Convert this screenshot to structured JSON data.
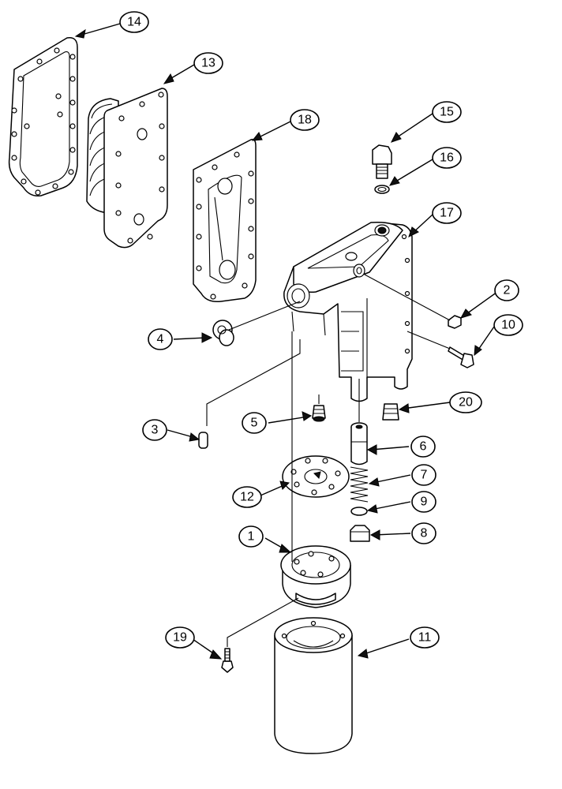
{
  "callouts": [
    {
      "id": "14",
      "label": "14"
    },
    {
      "id": "13",
      "label": "13"
    },
    {
      "id": "18",
      "label": "18"
    },
    {
      "id": "15",
      "label": "15"
    },
    {
      "id": "16",
      "label": "16"
    },
    {
      "id": "17",
      "label": "17"
    },
    {
      "id": "2",
      "label": "2"
    },
    {
      "id": "10",
      "label": "10"
    },
    {
      "id": "4",
      "label": "4"
    },
    {
      "id": "20",
      "label": "20"
    },
    {
      "id": "5",
      "label": "5"
    },
    {
      "id": "3",
      "label": "3"
    },
    {
      "id": "6",
      "label": "6"
    },
    {
      "id": "7",
      "label": "7"
    },
    {
      "id": "12",
      "label": "12"
    },
    {
      "id": "9",
      "label": "9"
    },
    {
      "id": "1",
      "label": "1"
    },
    {
      "id": "8",
      "label": "8"
    },
    {
      "id": "19",
      "label": "19"
    },
    {
      "id": "11",
      "label": "11"
    }
  ]
}
